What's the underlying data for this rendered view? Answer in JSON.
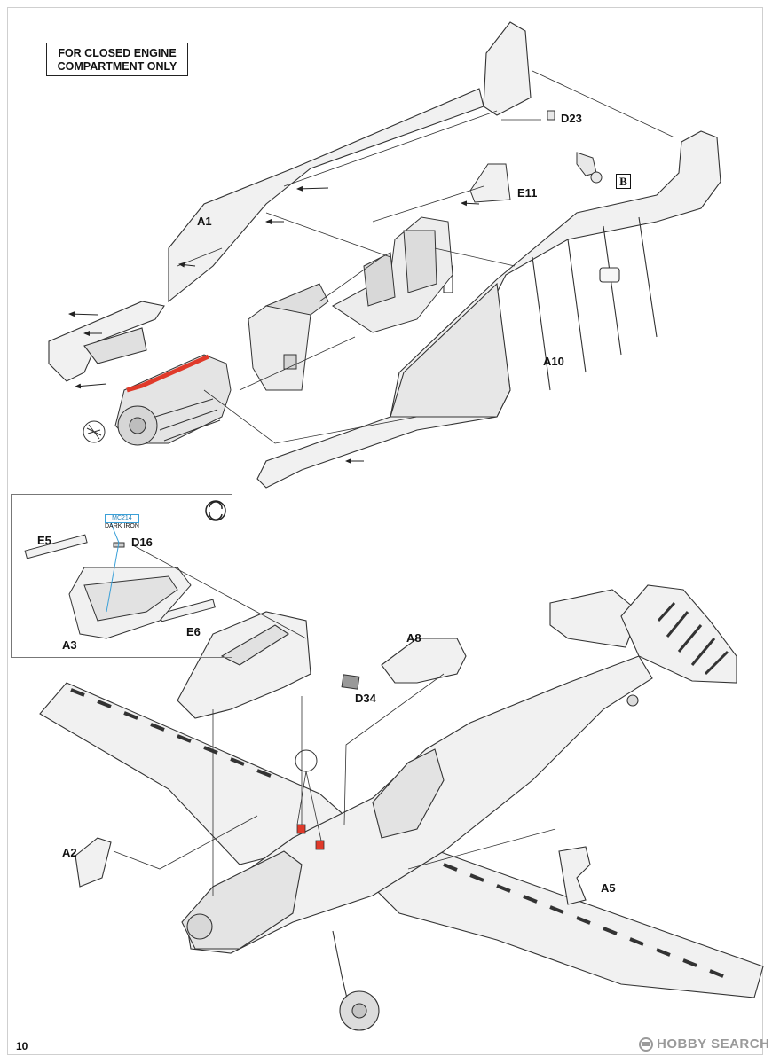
{
  "note": {
    "line1": "FOR CLOSED ENGINE",
    "line2": "COMPARTMENT ONLY"
  },
  "labels": {
    "a1": "A1",
    "a10": "A10",
    "e11": "E11",
    "d23": "D23",
    "b_ref": "B",
    "e5": "E5",
    "d16": "D16",
    "a3": "A3",
    "e6": "E6",
    "a8": "A8",
    "d34": "D34",
    "a2": "A2",
    "a5": "A5"
  },
  "paint": {
    "code": "MC214",
    "name": "DARK IRON",
    "color": "#3aa0d8"
  },
  "page_number": "10",
  "watermark": "HOBBY SEARCH",
  "colors": {
    "line": "#333333",
    "panel": "#f1f1f1",
    "highlight_red": "#e03a2a"
  }
}
